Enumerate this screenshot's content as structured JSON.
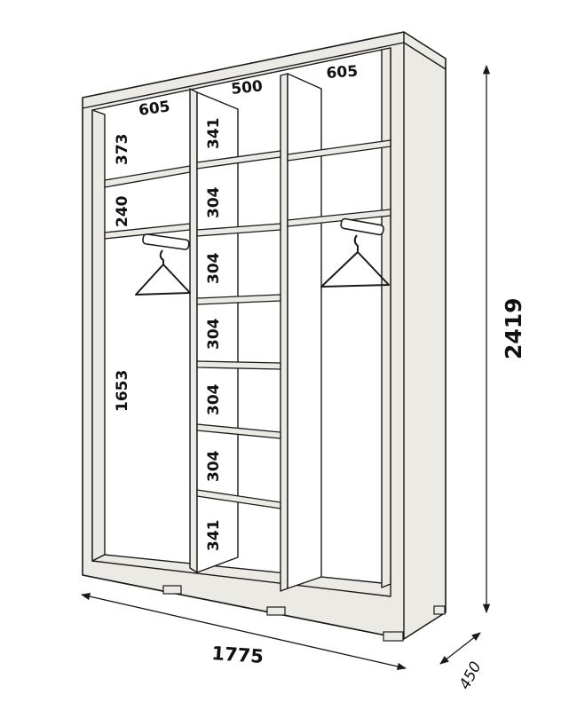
{
  "top_widths": {
    "left": "605",
    "middle": "500",
    "right": "605"
  },
  "left_section": {
    "top": "373",
    "mid": "240",
    "hanging": "1653"
  },
  "middle_section": [
    "341",
    "304",
    "304",
    "304",
    "304",
    "304",
    "341"
  ],
  "overall": {
    "height": "2419",
    "width": "1775",
    "depth": "450"
  }
}
